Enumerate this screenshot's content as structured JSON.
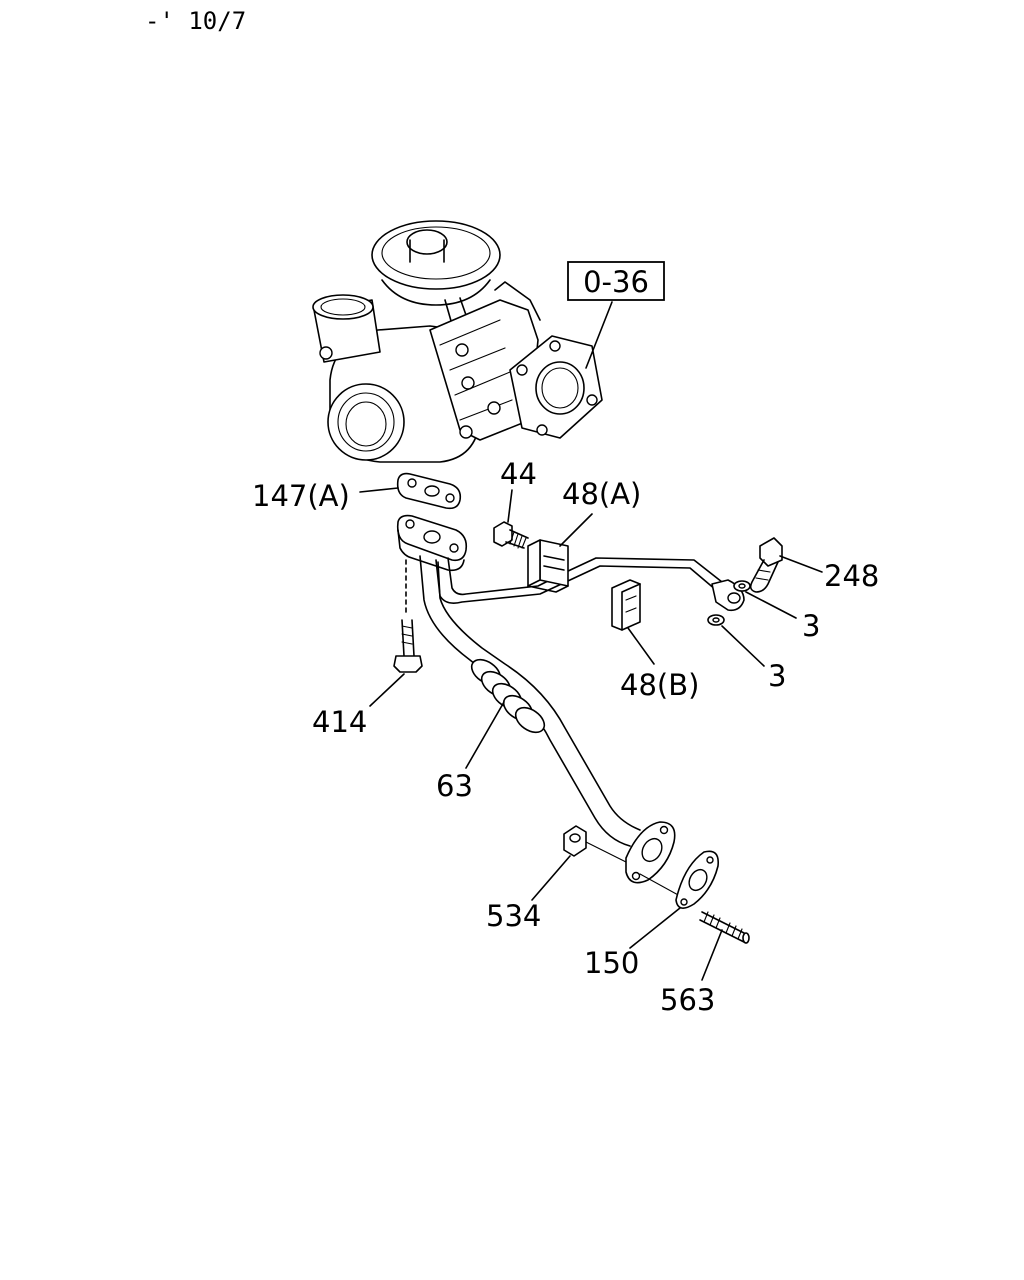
{
  "header": {
    "ref": "-' 10/7"
  },
  "callouts": {
    "assembly_ref": "0-36",
    "gasket_a": "147(A)",
    "bolt_44": "44",
    "clip_a": "48(A)",
    "eye_bolt": "248",
    "washer_upper": "3",
    "washer_lower": "3",
    "clip_b": "48(B)",
    "bolt_414": "414",
    "pipe": "63",
    "nut": "534",
    "gasket_150": "150",
    "stud": "563"
  }
}
